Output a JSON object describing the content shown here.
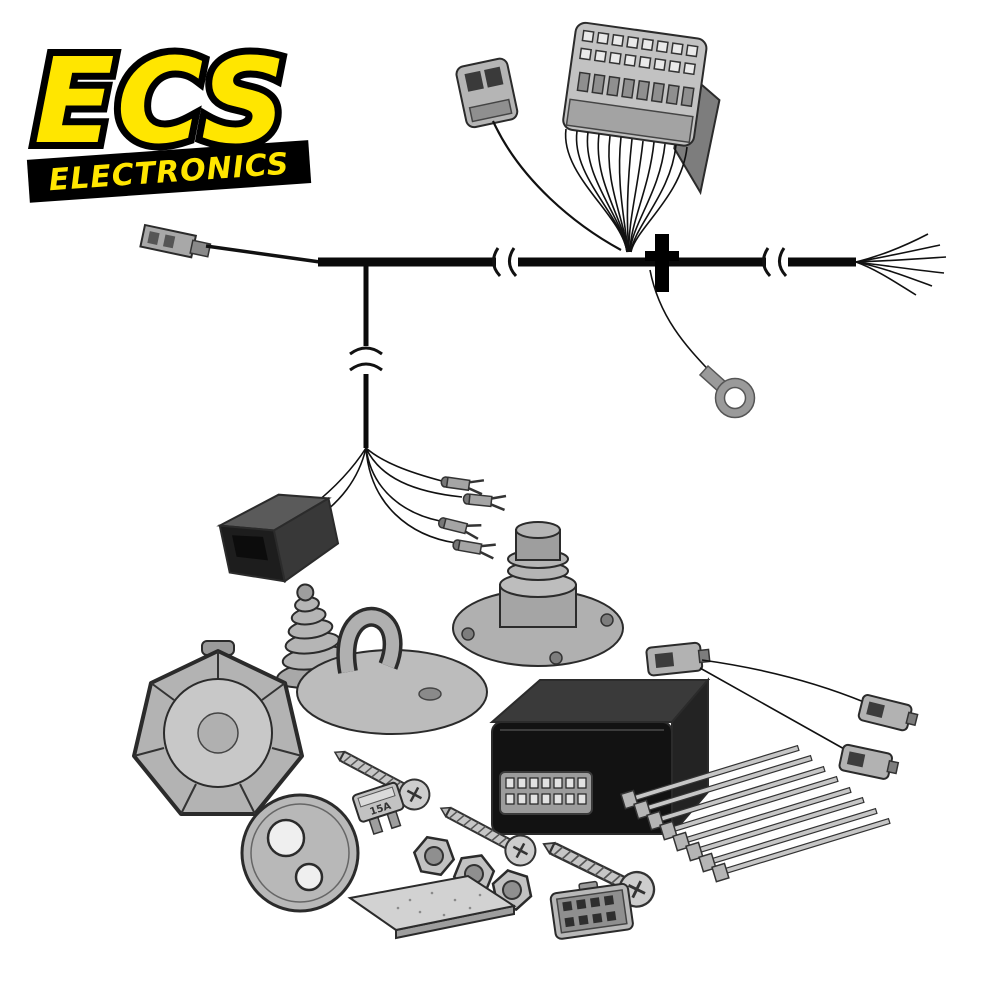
{
  "logo": {
    "brand": "ECS",
    "subtitle": "ELECTRONICS",
    "brand_color": "#FFE600",
    "banner_color": "#000000"
  },
  "fuse": {
    "label": "15A"
  },
  "palette": {
    "background": "#FFFFFF",
    "outline": "#2B2B2B",
    "part_gray_light": "#C6C6C6",
    "part_gray": "#B0B0B0",
    "part_gray_dark": "#8A8A8A",
    "part_black": "#141414"
  },
  "parts": [
    "vehicle-connector-block",
    "two-pin-connector",
    "main-wiring-harness",
    "harness-clip",
    "ring-terminal",
    "branch-harness",
    "multi-pin-plug",
    "bullet-terminals",
    "rubber-grommet-cone",
    "boot-plate",
    "grommet-tower",
    "seven-pin-socket-housing",
    "socket-base-plate",
    "control-module-box",
    "screws",
    "hex-nuts",
    "blade-fuse",
    "abrasive-sheet",
    "micro-connector",
    "cable-ties",
    "lead-connectors"
  ]
}
